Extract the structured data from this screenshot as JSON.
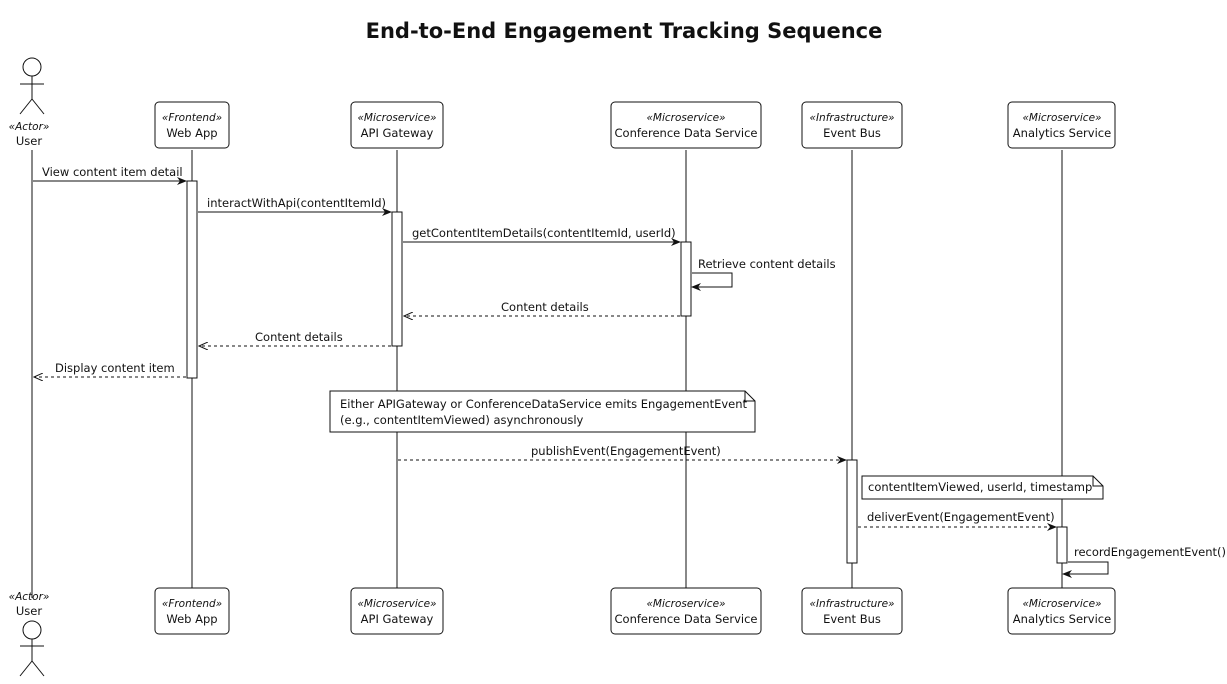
{
  "title": "End-to-End Engagement Tracking Sequence",
  "participants": [
    {
      "id": "user",
      "stereotype": "«Actor»",
      "name": "User",
      "kind": "actor"
    },
    {
      "id": "web",
      "stereotype": "«Frontend»",
      "name": "Web App",
      "kind": "box"
    },
    {
      "id": "api",
      "stereotype": "«Microservice»",
      "name": "API Gateway",
      "kind": "box"
    },
    {
      "id": "cds",
      "stereotype": "«Microservice»",
      "name": "Conference Data Service",
      "kind": "box"
    },
    {
      "id": "bus",
      "stereotype": "«Infrastructure»",
      "name": "Event Bus",
      "kind": "box"
    },
    {
      "id": "ana",
      "stereotype": "«Microservice»",
      "name": "Analytics Service",
      "kind": "box"
    }
  ],
  "messages": [
    {
      "from": "user",
      "to": "web",
      "label": "View content item detail",
      "style": "solid"
    },
    {
      "from": "web",
      "to": "api",
      "label": "interactWithApi(contentItemId)",
      "style": "solid"
    },
    {
      "from": "api",
      "to": "cds",
      "label": "getContentItemDetails(contentItemId, userId)",
      "style": "solid"
    },
    {
      "from": "cds",
      "to": "cds",
      "label": "Retrieve content details",
      "style": "self"
    },
    {
      "from": "cds",
      "to": "api",
      "label": "Content details",
      "style": "dashed"
    },
    {
      "from": "api",
      "to": "web",
      "label": "Content details",
      "style": "dashed"
    },
    {
      "from": "web",
      "to": "user",
      "label": "Display content item",
      "style": "dashed"
    },
    {
      "from": "api",
      "to": "bus",
      "label": "publishEvent(EngagementEvent)",
      "style": "dashed"
    },
    {
      "from": "bus",
      "to": "ana",
      "label": "deliverEvent(EngagementEvent)",
      "style": "dashed"
    },
    {
      "from": "ana",
      "to": "ana",
      "label": "recordEngagementEvent()",
      "style": "self"
    }
  ],
  "notes": [
    {
      "lines": [
        "Either APIGateway or ConferenceDataService emits EngagementEvent",
        "(e.g., contentItemViewed) asynchronously"
      ]
    },
    {
      "lines": [
        "contentItemViewed, userId, timestamp"
      ]
    }
  ]
}
